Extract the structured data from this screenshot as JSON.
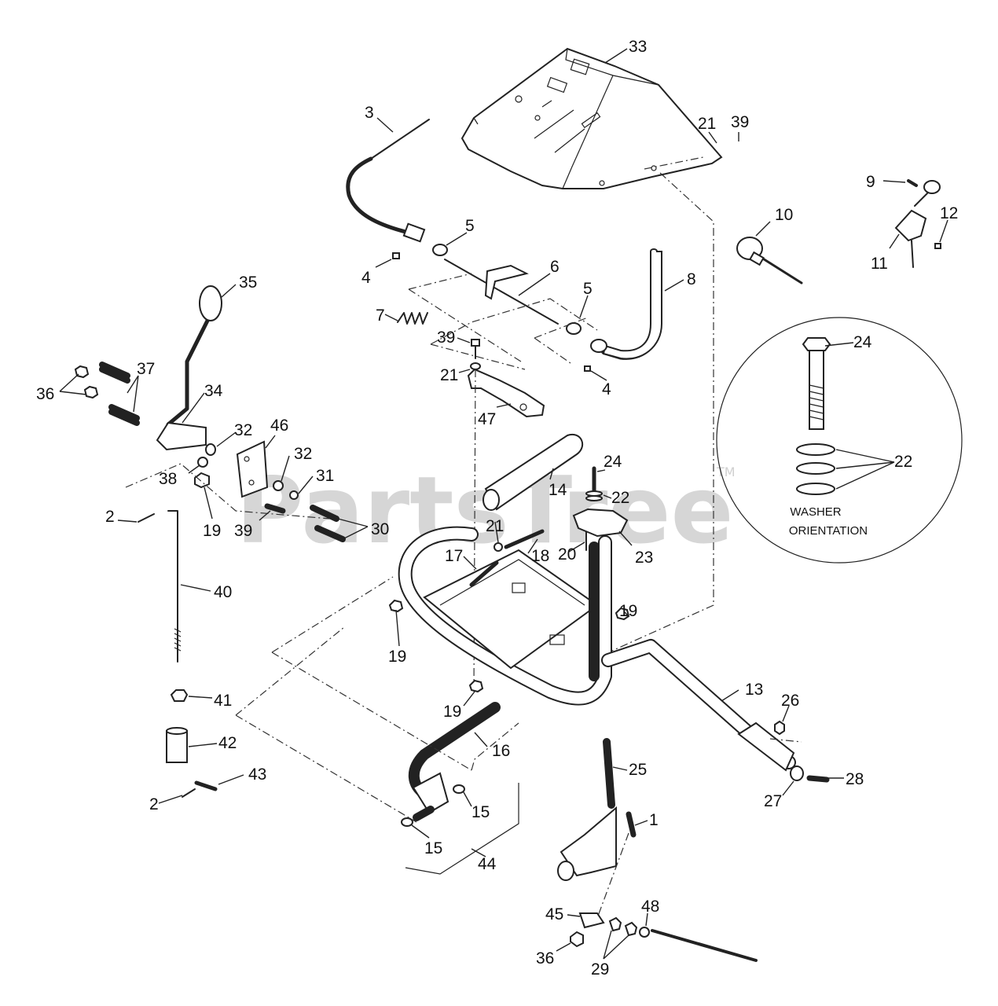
{
  "watermark": {
    "text": "PartsTree",
    "trademark": "TM"
  },
  "inset": {
    "caption_line1": "WASHER",
    "caption_line2": "ORIENTATION"
  },
  "callouts": {
    "c33": "33",
    "c3": "3",
    "c21a": "21",
    "c39a": "39",
    "c9": "9",
    "c12": "12",
    "c10": "10",
    "c11": "11",
    "c5a": "5",
    "c4a": "4",
    "c6": "6",
    "c5b": "5",
    "c8": "8",
    "c35": "35",
    "c7": "7",
    "c39b": "39",
    "c21b": "21",
    "c4b": "4",
    "c24a": "24",
    "c36a": "36",
    "c37": "37",
    "c34": "34",
    "c47": "47",
    "c22a": "22",
    "c32a": "32",
    "c46": "46",
    "c32b": "32",
    "c38": "38",
    "c31": "31",
    "c14": "14",
    "c24b": "24",
    "c22b": "22",
    "c2a": "2",
    "c19a": "19",
    "c39c": "39",
    "c30": "30",
    "c21c": "21",
    "c17": "17",
    "c18": "18",
    "c20": "20",
    "c23": "23",
    "c40": "40",
    "c19b": "19",
    "c19c": "19",
    "c41": "41",
    "c19d": "19",
    "c13": "13",
    "c26": "26",
    "c42": "42",
    "c16": "16",
    "c43": "43",
    "c2b": "2",
    "c25": "25",
    "c28": "28",
    "c15a": "15",
    "c27": "27",
    "c1": "1",
    "c15b": "15",
    "c44": "44",
    "c48": "48",
    "c45": "45",
    "c36b": "36",
    "c29": "29"
  }
}
